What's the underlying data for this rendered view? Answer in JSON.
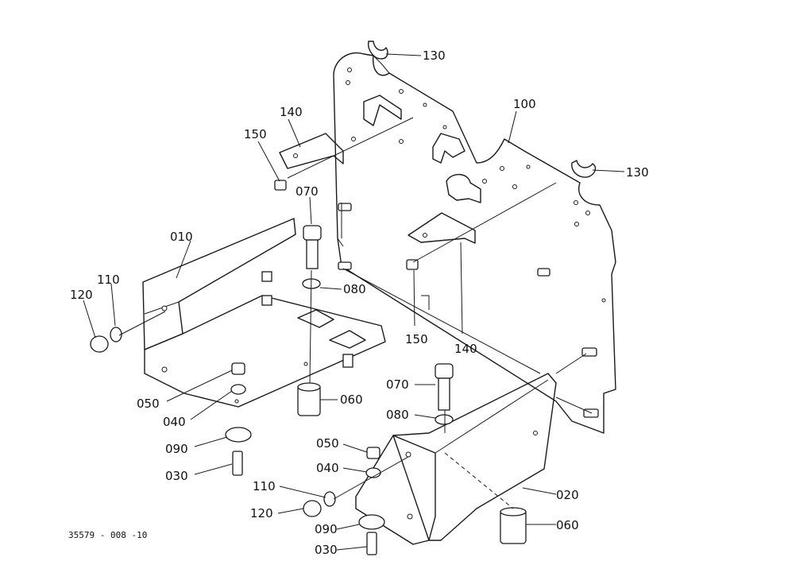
{
  "figure_code": "35579 - 008 -10",
  "callouts": {
    "p010": "010",
    "p020": "020",
    "p030a": "030",
    "p030b": "030",
    "p040a": "040",
    "p040b": "040",
    "p050a": "050",
    "p050b": "050",
    "p060a": "060",
    "p060b": "060",
    "p070a": "070",
    "p070b": "070",
    "p080a": "080",
    "p080b": "080",
    "p090a": "090",
    "p090b": "090",
    "p100": "100",
    "p110a": "110",
    "p110b": "110",
    "p120a": "120",
    "p120b": "120",
    "p130a": "130",
    "p130b": "130",
    "p140a": "140",
    "p140b": "140",
    "p150a": "150",
    "p150b": "150"
  }
}
